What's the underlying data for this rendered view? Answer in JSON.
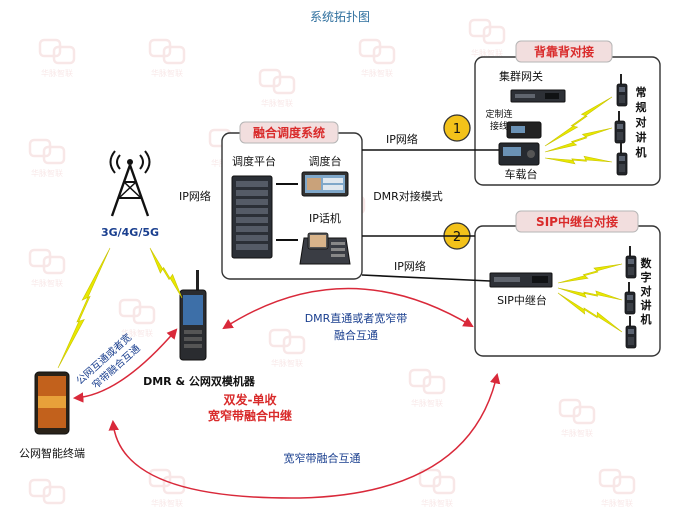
{
  "title": "系统拓扑图",
  "colors": {
    "title": "#2e6f9e",
    "blue": "#1a3f8f",
    "red": "#d92b2b",
    "line": "#111111",
    "bolt": "#e8e800",
    "badge": "#f3c21a",
    "label_bg": "#f2dede",
    "box_border": "#333333",
    "arc": "#d9293a",
    "watermark": "#d98080"
  },
  "fusion": {
    "title": "融合调度系统",
    "platform": "调度平台",
    "console": "调度台",
    "ip_phone": "IP话机"
  },
  "b2b": {
    "title": "背靠背对接",
    "gateway": "集群网关",
    "custom_cable": [
      "定制连",
      "接线"
    ],
    "vehicle": "车载台",
    "badge": "1",
    "radios_label": [
      "常",
      "规",
      "对",
      "讲",
      "机"
    ]
  },
  "sip": {
    "title": "SIP中继台对接",
    "repeater": "SIP中继台",
    "badge": "2",
    "radios_label": [
      "数",
      "字",
      "对",
      "讲",
      "机"
    ]
  },
  "links": {
    "ip_network_1": "IP网络",
    "ip_network_2": "IP网络",
    "ip_network_3": "IP网络",
    "dmr_mode": "DMR对接模式"
  },
  "tower": {
    "label": "3G/4G/5G"
  },
  "device": {
    "label": "DMR & 公网双模机器"
  },
  "terminal": {
    "label": "公网智能终端"
  },
  "arcs": {
    "dmr_direct": [
      "DMR直通或者宽窄带",
      "融合互通"
    ],
    "wide_narrow": "宽窄带融合互通",
    "public_net": [
      "公网互通或者宽",
      "窄带融合互通"
    ],
    "duplex": [
      "双发-单收",
      "宽窄带融合中继"
    ]
  },
  "watermark": {
    "text": "华脉智联"
  }
}
